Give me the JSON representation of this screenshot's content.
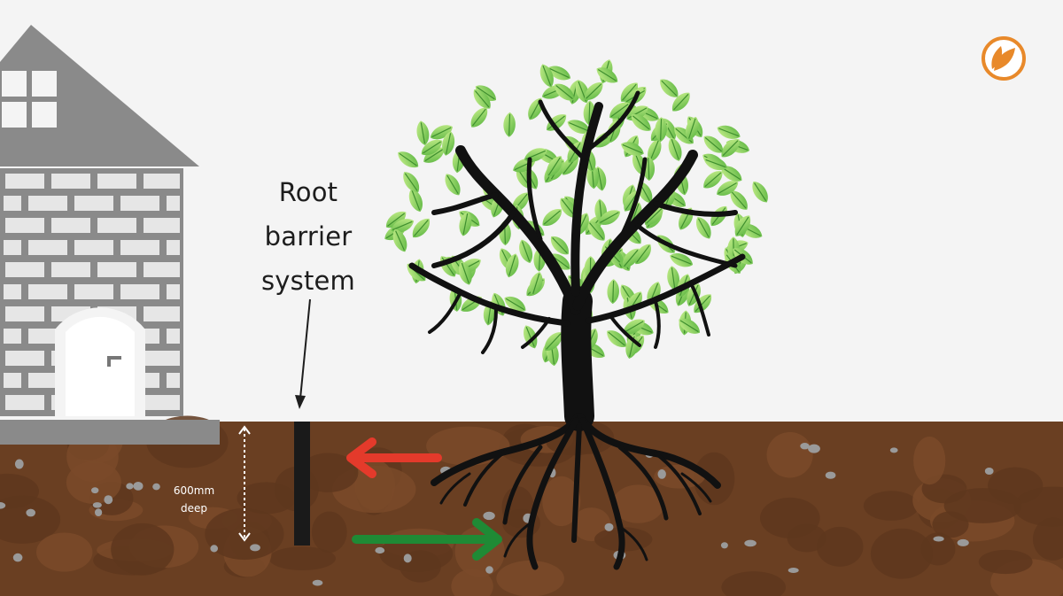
{
  "diagram": {
    "barrier_label": [
      "Root",
      "barrier",
      "system"
    ],
    "depth_label": [
      "600mm",
      "deep"
    ]
  },
  "colors": {
    "background": "#f4f4f4",
    "soil": "#6a3f22",
    "house": "#8a8a8a",
    "barrier": "#1a1a1a",
    "arrow_blocked": "#e43a2b",
    "arrow_redirected": "#1f8a35",
    "leaf_light": "#b9ea7e",
    "leaf_dark": "#4cae39",
    "logo": "#e8892a"
  },
  "icons": [
    "leaf-logo-icon",
    "house-icon",
    "tree-icon",
    "root-barrier-icon",
    "arrow-left-icon",
    "arrow-right-icon"
  ]
}
